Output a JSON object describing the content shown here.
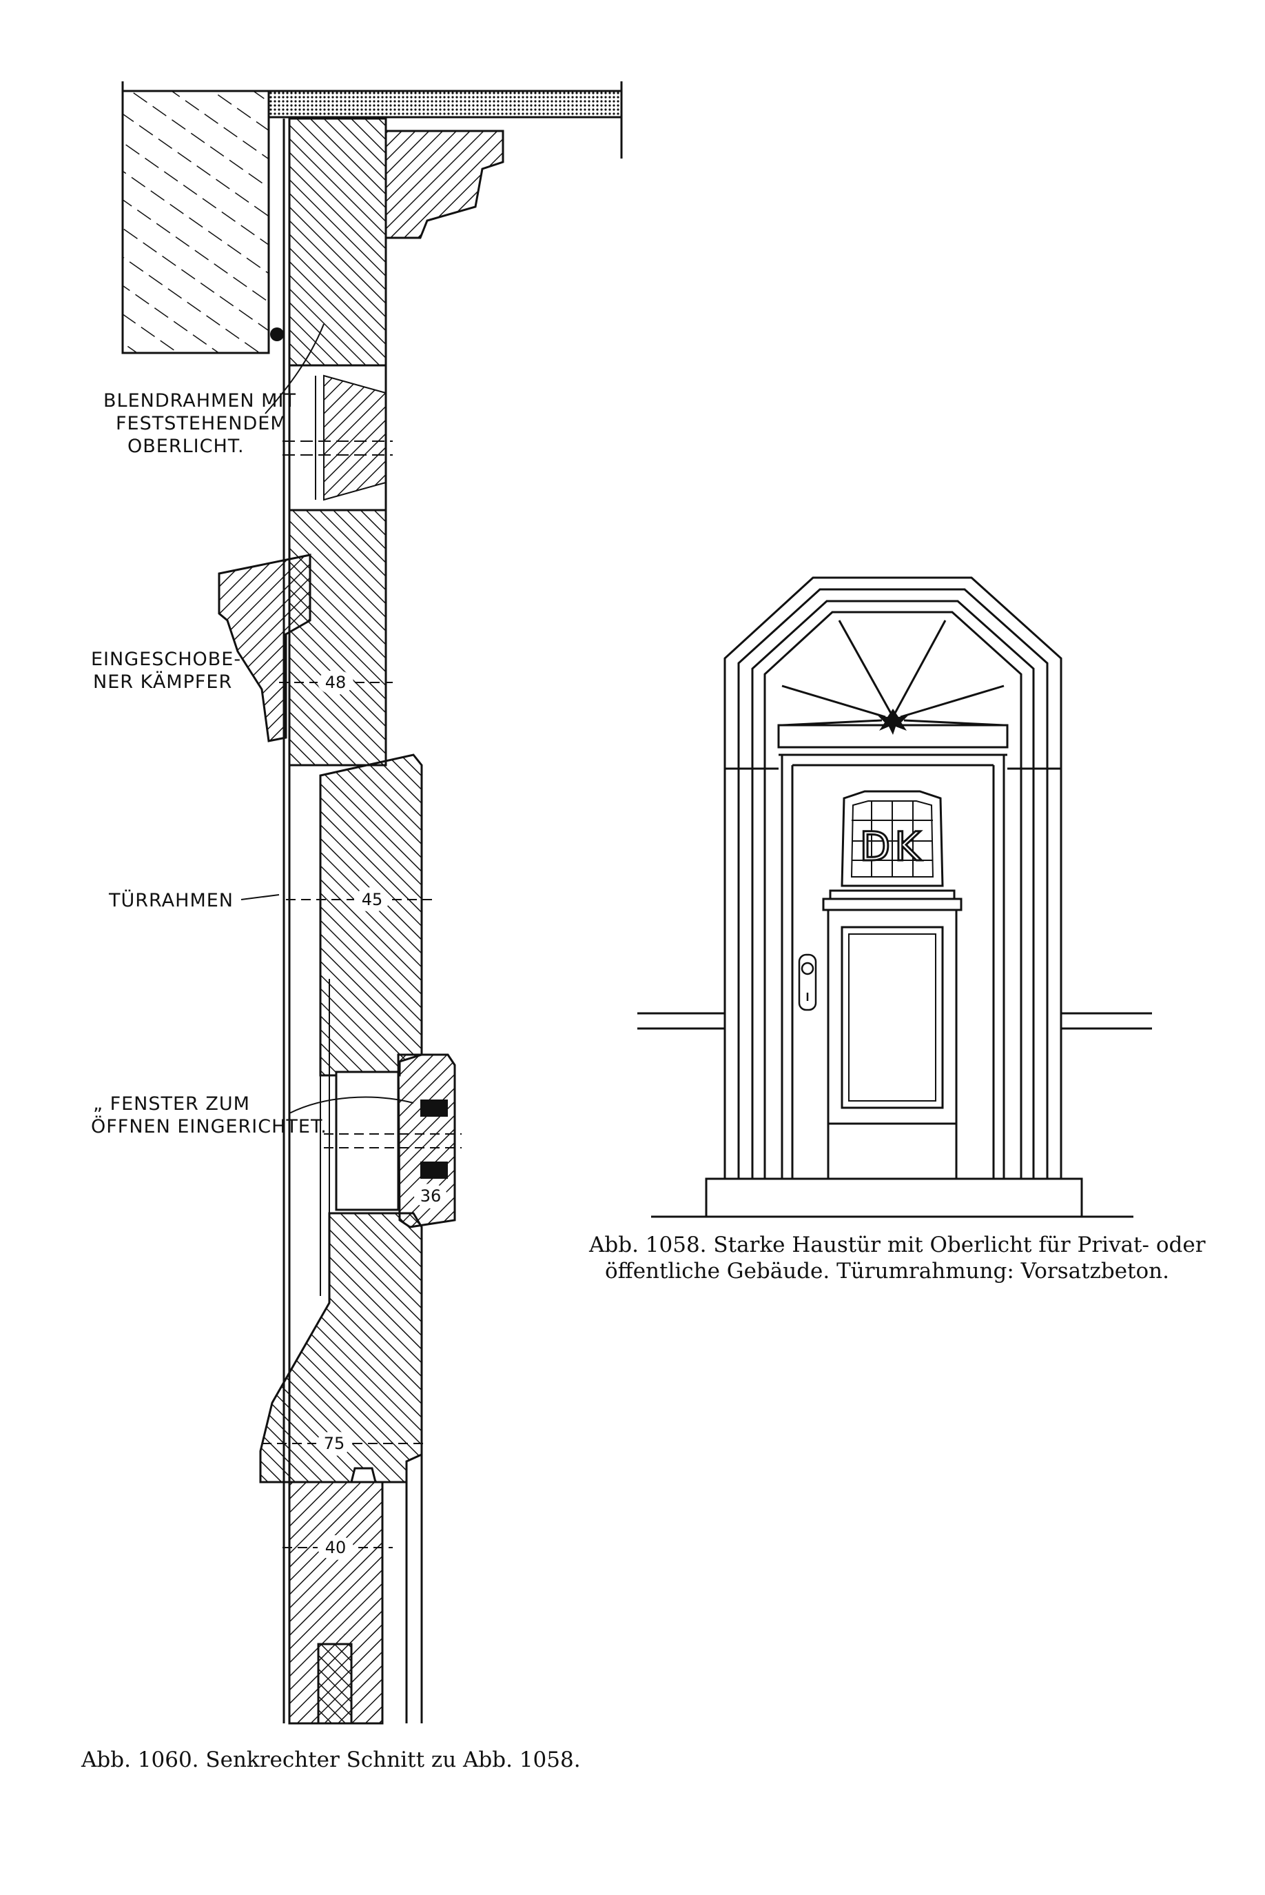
{
  "section_labels": {
    "blendrahmen": [
      "BLENDRAHMEN MIT",
      "FESTSTEHENDEM",
      "OBERLICHT."
    ],
    "kaempfer": [
      "EINGESCHOBE-",
      "NER KÄMPFER"
    ],
    "tuerrahmen": "TÜRRAHMEN",
    "fenster": [
      "„ FENSTER ZUM",
      "ÖFFNEN EINGERICHTET."
    ]
  },
  "dimensions": {
    "d48": "48",
    "d45": "45",
    "d36": "36",
    "d75": "75",
    "d40": "40"
  },
  "door_monogram": "DK",
  "captions": {
    "fig1058_line1": "Abb. 1058. Starke Haustür mit Oberlicht für Privat- oder",
    "fig1058_line2": "öffentliche Gebäude. Türumrahmung: Vorsatzbeton.",
    "fig1060": "Abb. 1060. Senkrechter Schnitt zu Abb. 1058."
  }
}
